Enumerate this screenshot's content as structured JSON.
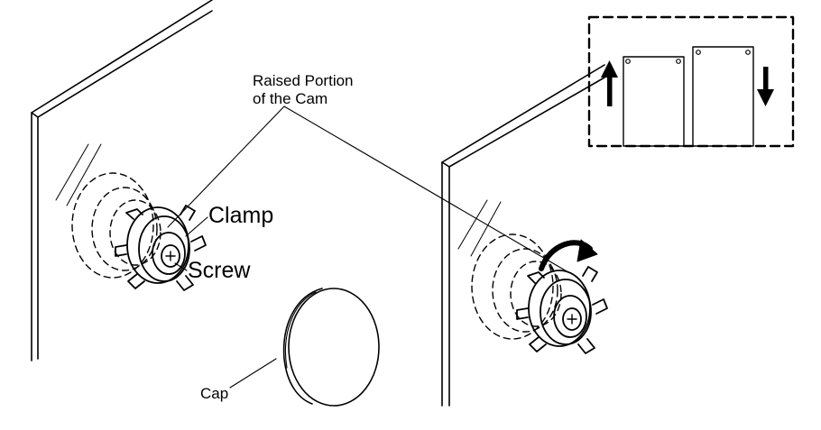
{
  "labels": {
    "raised_portion_line1": "Raised Portion",
    "raised_portion_line2": "of the Cam",
    "clamp": "Clamp",
    "screw": "Screw",
    "cap": "Cap"
  },
  "colors": {
    "ink": "#000000",
    "background": "#ffffff"
  },
  "icons": {
    "rotation": "curved-arrow-icon",
    "up": "arrow-up-icon",
    "down": "arrow-down-icon"
  }
}
